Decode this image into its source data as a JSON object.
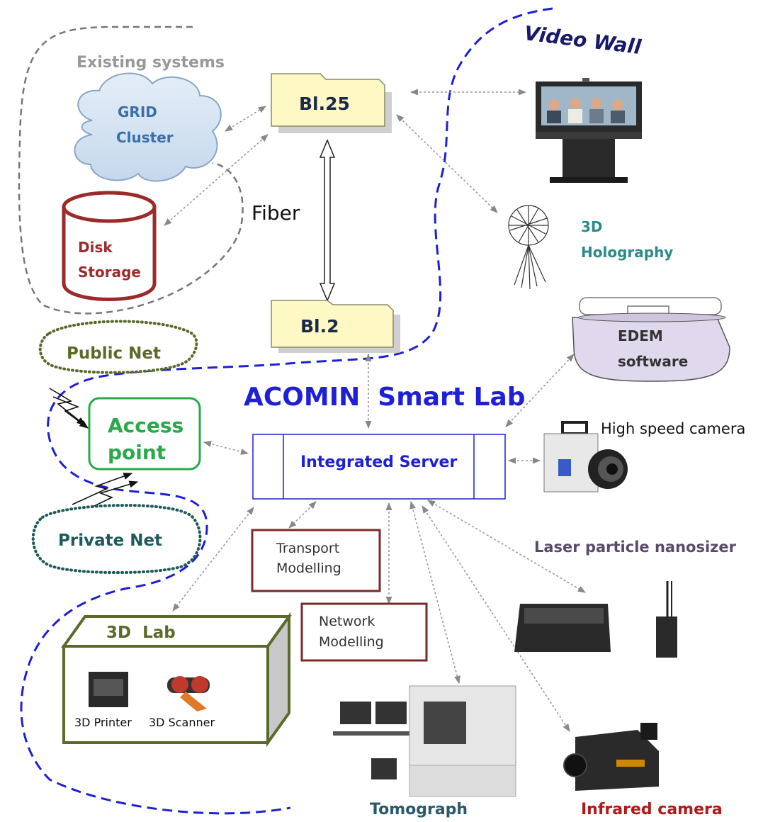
{
  "title": "ACOMIN  Smart Lab",
  "existing_systems": "Existing  systems",
  "grid_line1": "GRID",
  "grid_line2": "Cluster",
  "disk_line1": "Disk",
  "disk_line2": "Storage",
  "bl25": "Bl.25",
  "bl2": "Bl.2",
  "fiber": "Fiber",
  "video_wall": "Video Wall",
  "holo_line1": "3D",
  "holo_line2": "Holography",
  "edem_line1": "EDEM",
  "edem_line2": "software",
  "public_net": "Public Net",
  "private_net": "Private Net",
  "access_line1": "Access",
  "access_line2": "point",
  "integrated_server": "Integrated Server",
  "high_speed_camera": "High speed camera",
  "laser_nanosizer": "Laser particle nanosizer",
  "transport_line1": "Transport",
  "transport_line2": "Modelling",
  "network_line1": "Network",
  "network_line2": "Modelling",
  "lab3d": "3D  Lab",
  "printer": "3D Printer",
  "scanner": "3D Scanner",
  "tomograph": "Tomograph",
  "infrared_camera": "Infrared camera",
  "colors": {
    "boundary_blue": "#1f1fd6",
    "title_blue": "#1f1fd6",
    "grid_text": "#3a6fa8",
    "disk_red": "#9b2b2b",
    "folder_fill": "#fdf8c4",
    "holo_teal": "#2a8a8a",
    "access_green": "#2aa84a",
    "public_olive": "#5a6a2a",
    "private_teal": "#1e5a5a",
    "model_border": "#7a2a2a",
    "lab_green": "#5a6a2a",
    "infrared_red": "#b01a1a",
    "tomo_teal": "#2a5a6a",
    "edem_fill": "#e0d8ec"
  }
}
